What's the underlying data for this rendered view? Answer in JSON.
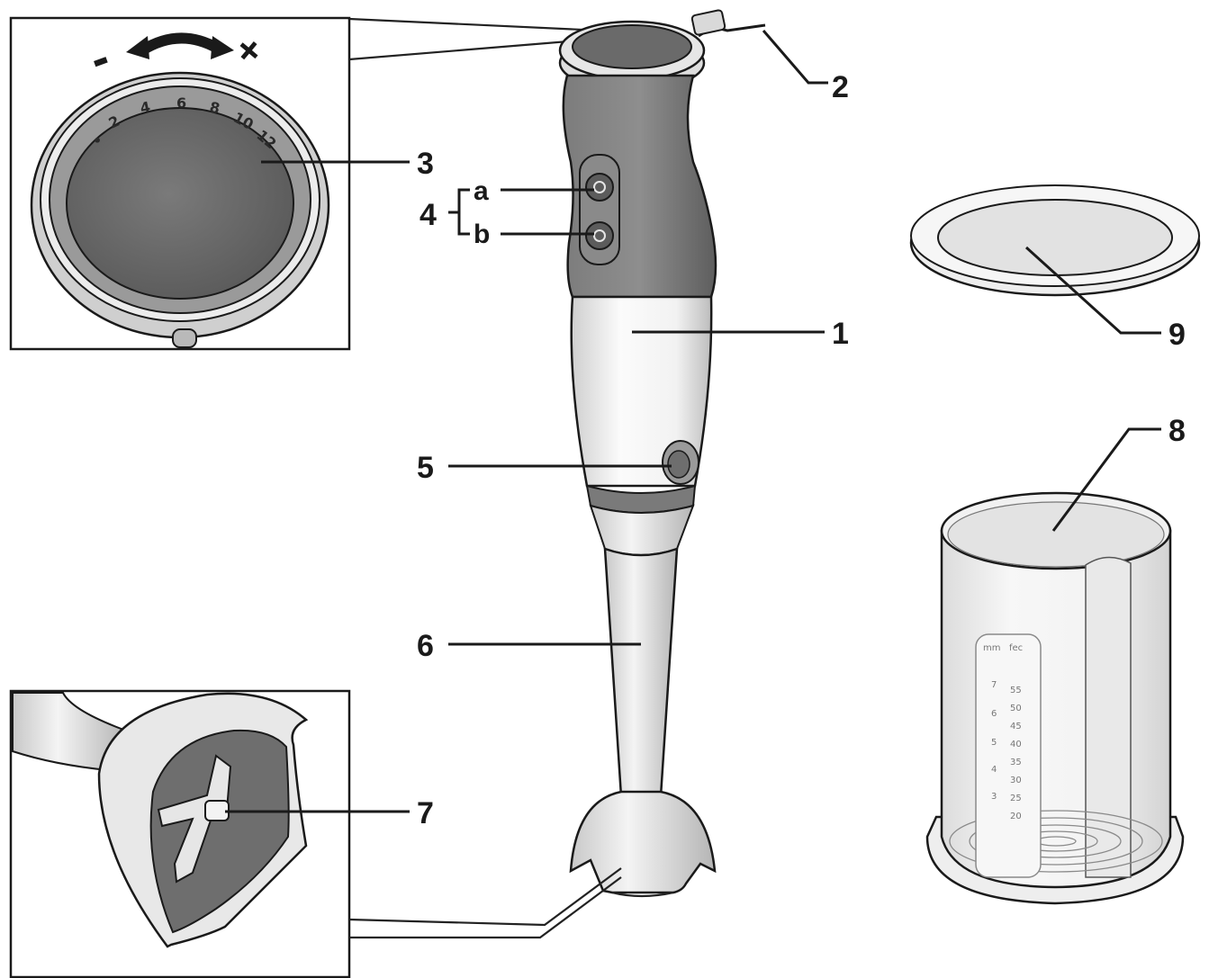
{
  "callouts": {
    "c1": "1",
    "c2": "2",
    "c3": "3",
    "c4": "4",
    "c4a": "a",
    "c4b": "b",
    "c5": "5",
    "c6": "6",
    "c7": "7",
    "c8": "8",
    "c9": "9"
  },
  "dial": {
    "minus": "-",
    "plus": "+",
    "marks": [
      "•",
      "2",
      "4",
      "6",
      "8",
      "10",
      "12"
    ]
  },
  "jug_scale": {
    "left_header": "mm",
    "right_header": "fec",
    "left_marks": [
      "7",
      "6",
      "5",
      "4",
      "3"
    ],
    "right_marks": [
      "55",
      "50",
      "45",
      "40",
      "35",
      "30",
      "25",
      "20"
    ]
  },
  "colors": {
    "line": "#1a1a1a",
    "handle_grip": "#6f6f6f",
    "dial_face": "#6b6b6b",
    "body_light": "#ececec",
    "jug_tint": "#f0f0f0"
  }
}
